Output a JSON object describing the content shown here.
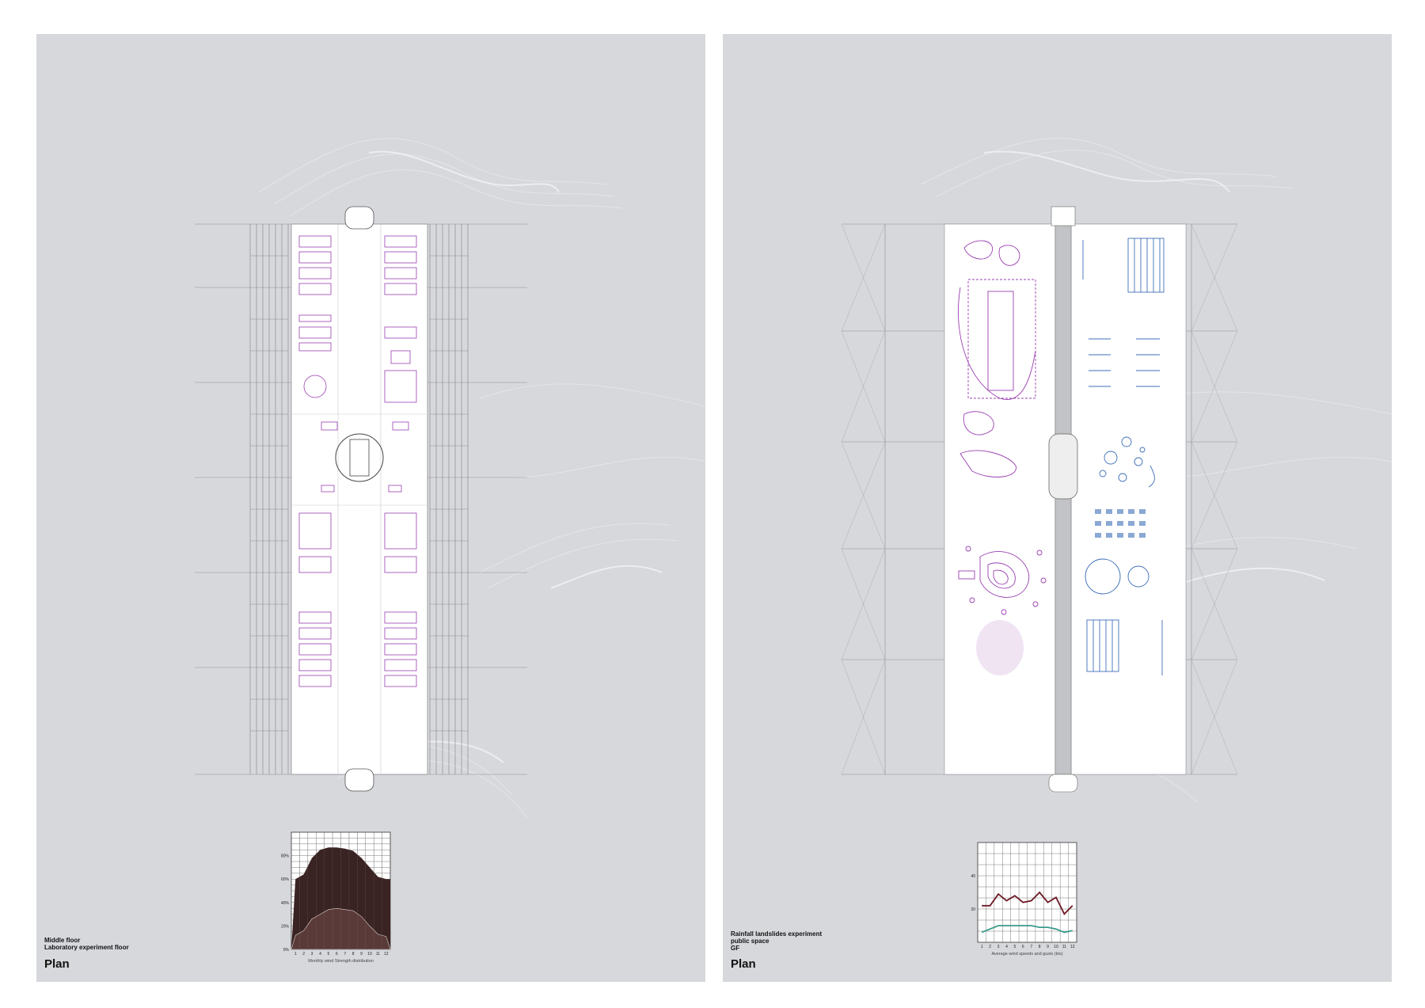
{
  "sheets": [
    {
      "caption_lines": [
        "Middle floor",
        "Laboratory experiment floor"
      ],
      "title": "Plan"
    },
    {
      "caption_lines": [
        "Rainfall landslides experiment",
        "public space",
        "GF"
      ],
      "title": "Plan"
    }
  ],
  "colors": {
    "sheet_bg": "#d7d8dc",
    "purple_accent": "#9a3fb0",
    "blue_accent": "#3d6fb8",
    "wind_fill": "#3a2423",
    "gust_line": "#6e1a26",
    "speed_line": "#3a9c8c"
  },
  "icons": [
    "wind-wave-lines",
    "grid-axes",
    "furniture-symbols",
    "landslide-contours"
  ],
  "chart_data": [
    {
      "type": "area",
      "title": "",
      "xlabel": "Monthly wind Strength distribution",
      "ylabel": "",
      "x": [
        1,
        2,
        3,
        4,
        5,
        6,
        7,
        8,
        9,
        10,
        11,
        12
      ],
      "ytick_labels": [
        "0%",
        "20%",
        "40%",
        "60%",
        "80%"
      ],
      "ylim": [
        0,
        100
      ],
      "series": [
        {
          "values": [
            60,
            64,
            78,
            85,
            87,
            87,
            86,
            84,
            78,
            70,
            62,
            60
          ]
        },
        {
          "values": [
            12,
            16,
            26,
            30,
            34,
            35,
            34,
            33,
            28,
            20,
            13,
            11
          ]
        }
      ],
      "grid": true
    },
    {
      "type": "line",
      "title": "",
      "xlabel": "Average wind speeds and gusts (kts)",
      "ylabel": "",
      "x": [
        1,
        2,
        3,
        4,
        5,
        6,
        7,
        8,
        9,
        10,
        11,
        12
      ],
      "ytick_labels": [
        "20",
        "40"
      ],
      "ylim": [
        0,
        60
      ],
      "series": [
        {
          "values": [
            22,
            22,
            29,
            25,
            28,
            24,
            25,
            30,
            24,
            27,
            17,
            22
          ]
        },
        {
          "values": [
            6,
            8,
            10,
            10,
            10,
            10,
            10,
            9,
            9,
            8,
            6,
            7
          ]
        }
      ],
      "grid": true
    }
  ]
}
